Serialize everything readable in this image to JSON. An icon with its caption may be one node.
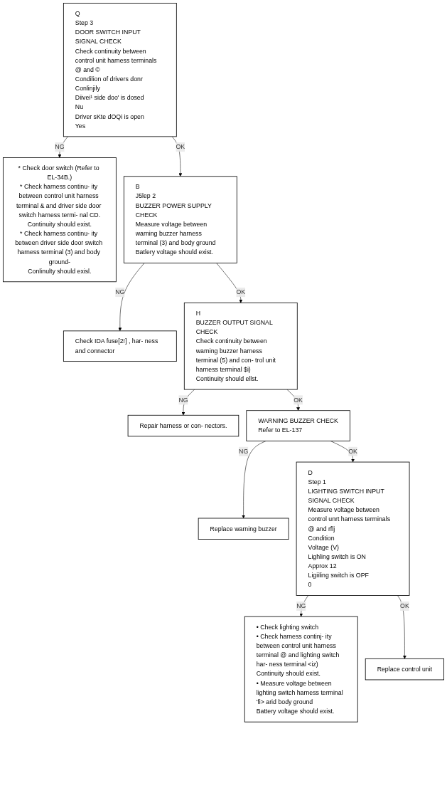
{
  "diagram": {
    "nodes": [
      {
        "text": [
          "Q",
          "Step 3",
          "DOOR SWITCH INPUT SIGNAL CHECK",
          "Check continuity between control unit harness terminals @ and ©",
          "Condilion of drivers donr",
          "Conlinjily",
          "Diivei¹ side doo' is dosed",
          "Nu",
          "Driver sKte dOQi is open",
          "Yes"
        ]
      },
      {
        "text": [
          "* Check door switch (Refer to EL-34B.)",
          "* Check harness continu- ity between control unit harness terminal & and driver side door switch harness termi- nal CD.",
          "Continuity should exist.",
          "* Check harness continu- ity between driver side door switch harness terminal (3) and body ground-",
          "Conlinulty should exisl."
        ]
      },
      {
        "text": [
          "B",
          "J5lep 2",
          "BUZZER POWER SUPPLY CHECK",
          "Measure voltage between warning buzzer harness terminal (3) and body ground",
          "Batlery voltage should exist."
        ]
      },
      {
        "text": [
          "Check IDA fuse[2!] , har- ness and connector"
        ]
      },
      {
        "text": [
          "H",
          "BUZZER OUTPUT SIGNAL CHECK",
          "Check continuity between warning buzzer harness terminal (5) and con- trol unit harness terminal $i)",
          "Continuity should ellst."
        ]
      },
      {
        "text": [
          "Repair harness or con- nectors."
        ]
      },
      {
        "text": [
          "WARNING BUZZER CHECK",
          "Refer to EL-137"
        ]
      },
      {
        "text": [
          "Replace warning buzzer"
        ]
      },
      {
        "text": [
          "D",
          "Step 1",
          "LIGHTING SWITCH INPUT SIGNAL CHECK",
          "Measure voltage between control unrt harness terminals @ and rflj",
          "Condition",
          "Voltage (V)",
          "Lighling switch is ON",
          "Approx 12",
          "Ligiiling switch is OPF",
          "0"
        ]
      },
      {
        "text": [
          "• Check lighting switch",
          "• Check harness continj- ity between control unit harness terminal @ and lighting switch har- ness terminal <iz)",
          "Continuity should exist.",
          "• Measure voltage between lighting switch harness terminal 'fi> arid body ground",
          "Battery voltage should exist."
        ]
      },
      {
        "text": [
          "Replace control unit"
        ]
      }
    ],
    "edges": [
      {
        "from": 0,
        "to": 1,
        "arrow": "to",
        "label": "NG"
      },
      {
        "from": 0,
        "to": 2,
        "arrow": "to",
        "label": "OK"
      },
      {
        "from": 2,
        "to": 3,
        "arrow": "to",
        "label": "NG"
      },
      {
        "from": 2,
        "to": 4,
        "arrow": "to",
        "label": "OK"
      },
      {
        "from": 4,
        "to": 5,
        "arrow": "to",
        "label": "NG"
      },
      {
        "from": 4,
        "to": 6,
        "arrow": "to",
        "label": "OK"
      },
      {
        "from": 6,
        "to": 7,
        "arrow": "to",
        "label": "NG"
      },
      {
        "from": 6,
        "to": 8,
        "arrow": "to",
        "label": "OK"
      },
      {
        "from": 8,
        "to": 9,
        "arrow": "to",
        "label": "NG"
      },
      {
        "from": 8,
        "to": 10,
        "arrow": "to",
        "label": "OK"
      }
    ]
  }
}
